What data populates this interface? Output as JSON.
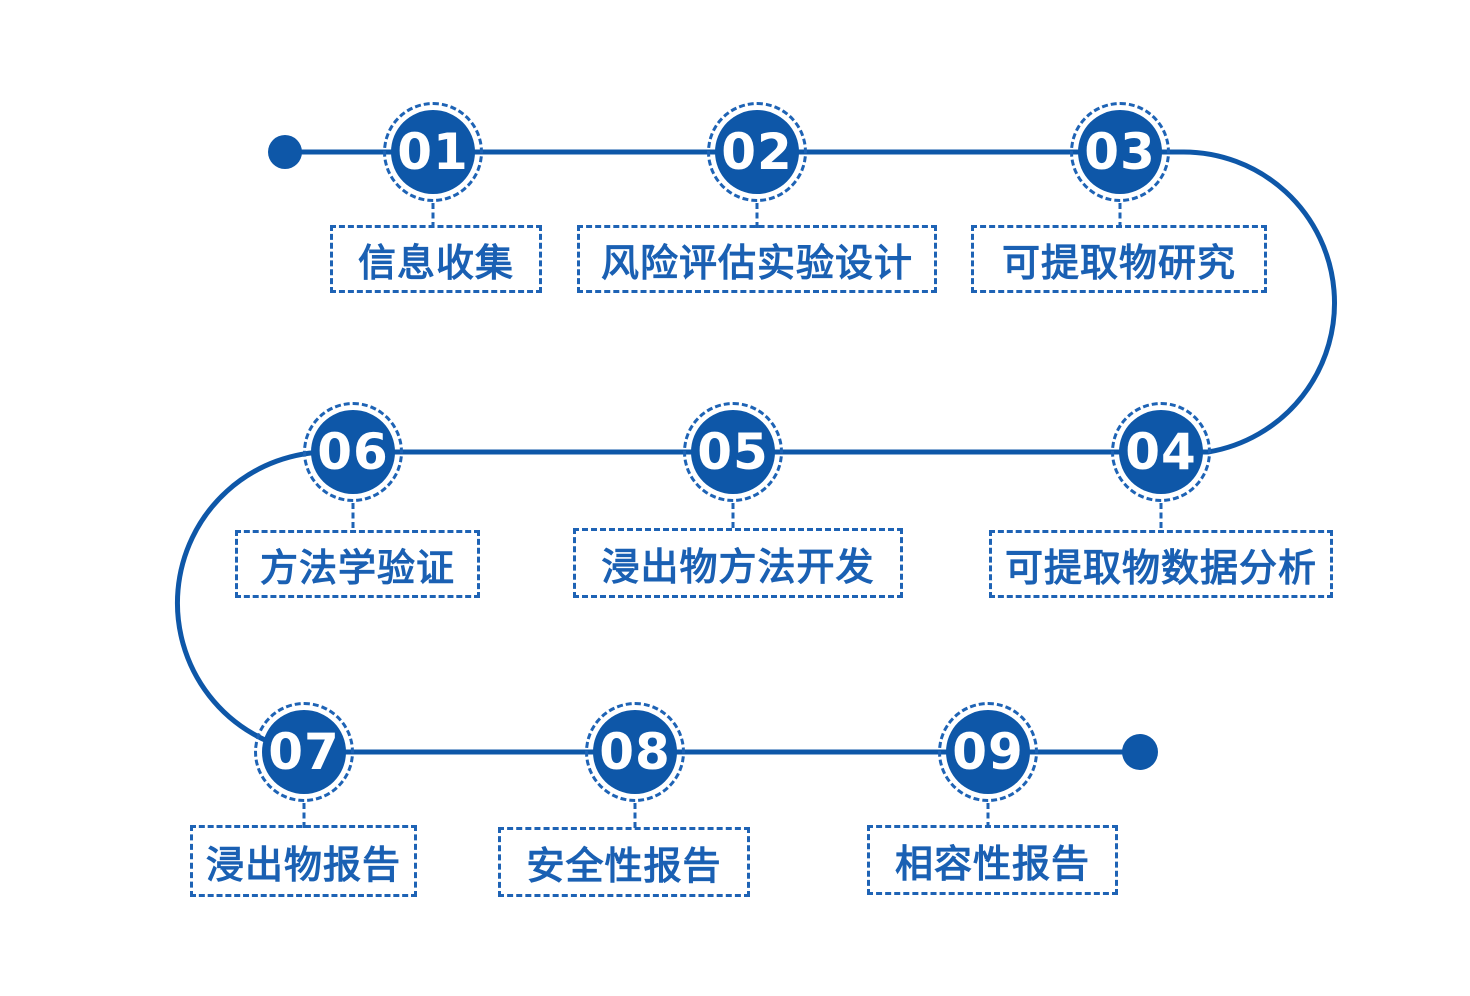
{
  "colors": {
    "primary": "#0E57A8",
    "dash": "#1E63B5",
    "label": "#1A60B3",
    "number": "#FFFFFF",
    "background": "#FFFFFF"
  },
  "flow": {
    "type": "s-curve-process-timeline",
    "steps": [
      {
        "number": "01",
        "label": "信息收集"
      },
      {
        "number": "02",
        "label": "风险评估实验设计"
      },
      {
        "number": "03",
        "label": "可提取物研究"
      },
      {
        "number": "04",
        "label": "可提取物数据分析"
      },
      {
        "number": "05",
        "label": "浸出物方法开发"
      },
      {
        "number": "06",
        "label": "方法学验证"
      },
      {
        "number": "07",
        "label": "浸出物报告"
      },
      {
        "number": "08",
        "label": "安全性报告"
      },
      {
        "number": "09",
        "label": "相容性报告"
      }
    ]
  }
}
